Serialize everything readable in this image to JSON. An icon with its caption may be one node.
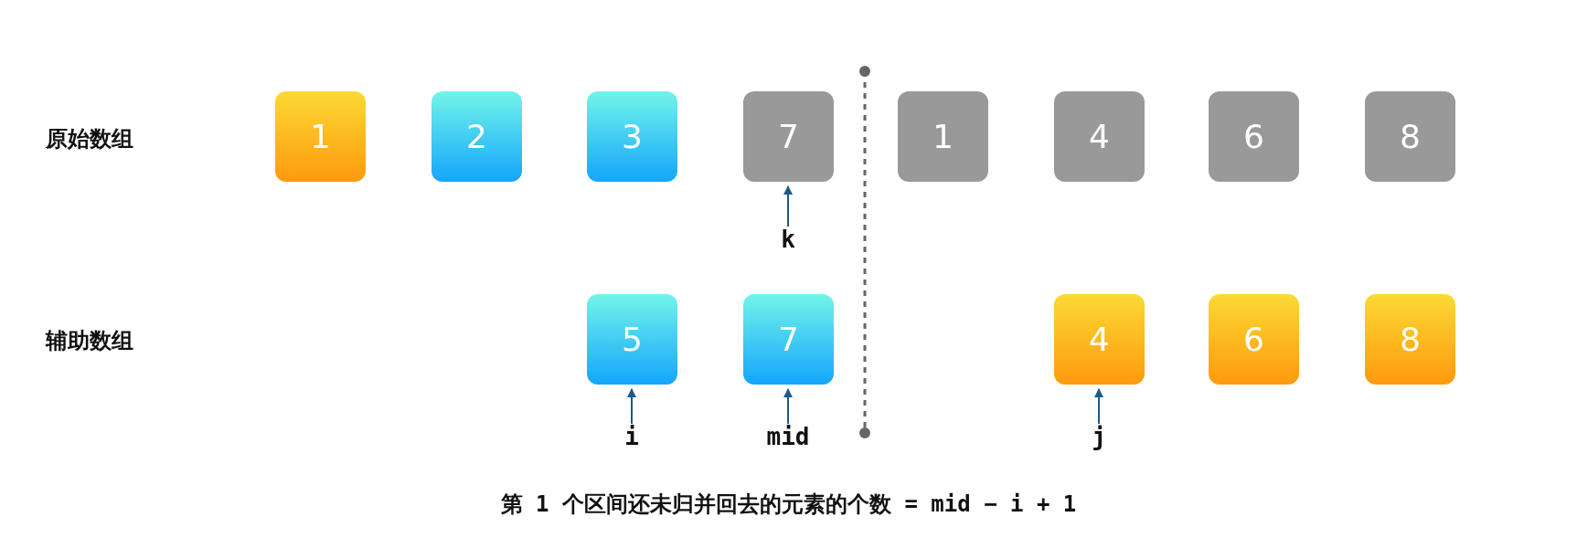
{
  "diagram": {
    "caption": "第 1 个区间还未归并回去的元素的个数 = mid − i + 1",
    "nodes": [
      {
        "text": [
          "1"
        ]
      },
      {
        "text": [
          "2"
        ]
      },
      {
        "text": [
          "3"
        ]
      },
      {
        "text": [
          "7"
        ]
      },
      {
        "text": [
          "1"
        ]
      },
      {
        "text": [
          "4"
        ]
      },
      {
        "text": [
          "6"
        ]
      },
      {
        "text": [
          "8"
        ]
      },
      {
        "text": [
          "5"
        ]
      },
      {
        "text": [
          "7"
        ]
      },
      {
        "text": [
          "4"
        ]
      },
      {
        "text": [
          "6"
        ]
      },
      {
        "text": [
          "8"
        ]
      },
      {
        "text": [
          "k"
        ]
      },
      {
        "text": [
          "i"
        ]
      },
      {
        "text": [
          "mid"
        ]
      },
      {
        "text": [
          "j"
        ]
      }
    ],
    "edges": [
      {
        "from": 13,
        "to": 3,
        "arrow": "to"
      },
      {
        "from": 14,
        "to": 8,
        "arrow": "to"
      },
      {
        "from": 15,
        "to": 9,
        "arrow": "to"
      },
      {
        "from": 16,
        "to": 10,
        "arrow": "to"
      }
    ],
    "labels": [
      "原始数组",
      "辅助数组"
    ]
  }
}
